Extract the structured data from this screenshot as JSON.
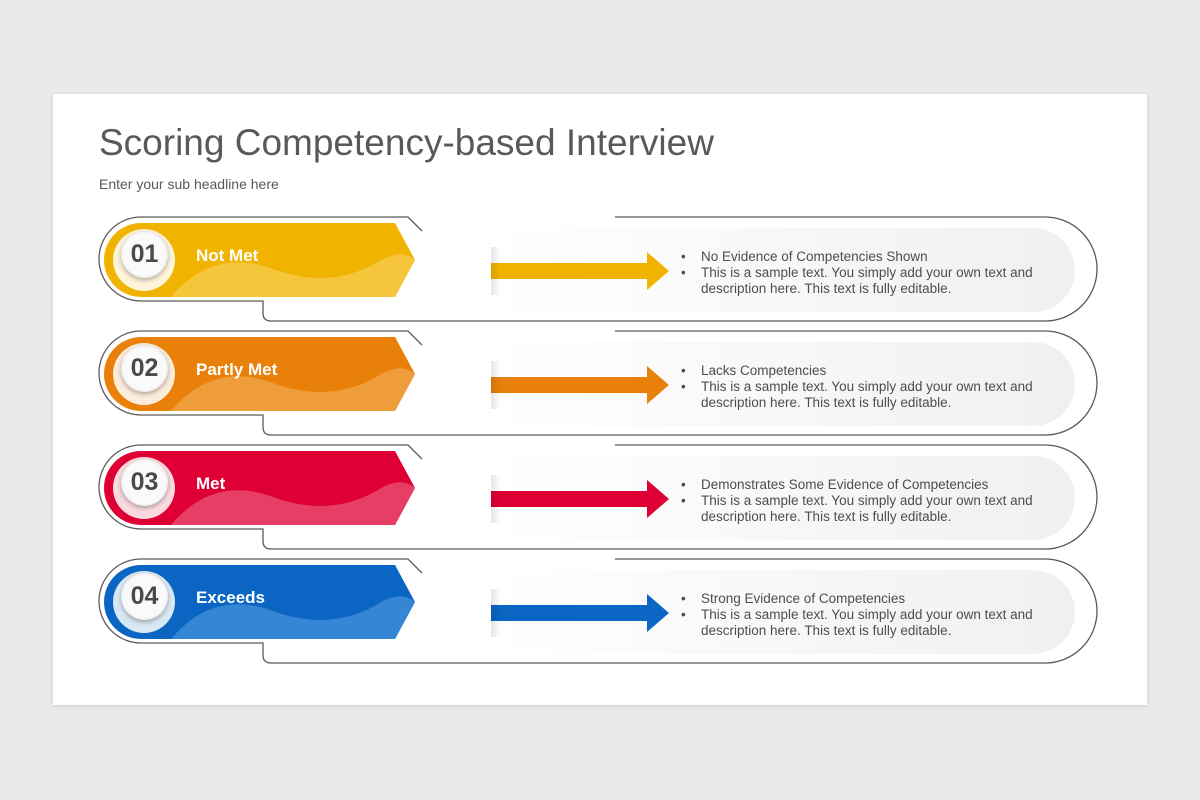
{
  "header": {
    "title": "Scoring Competency-based Interview",
    "subtitle": "Enter your sub headline here"
  },
  "levels": [
    {
      "number": "01",
      "label": "Not Met",
      "color": "#f0b400",
      "light_color": "#f5c842",
      "points": [
        "No Evidence of Competencies Shown",
        "This is a sample text. You simply add your own text and description here. This text is fully editable."
      ]
    },
    {
      "number": "02",
      "label": "Partly Met",
      "color": "#e8800a",
      "light_color": "#f0a040",
      "points": [
        "Lacks Competencies",
        "This is a sample text. You simply add your own text and description here. This text is fully editable."
      ]
    },
    {
      "number": "03",
      "label": "Met",
      "color": "#de0034",
      "light_color": "#e8456a",
      "points": [
        "Demonstrates Some Evidence of Competencies",
        "This is a sample text. You simply add your own text and description here. This text is fully editable."
      ]
    },
    {
      "number": "04",
      "label": "Exceeds",
      "color": "#0a66c2",
      "light_color": "#3a8ad6",
      "points": [
        "Strong Evidence of Competencies",
        "This is a sample text. You simply add your own text and description here. This text is fully editable."
      ]
    }
  ]
}
